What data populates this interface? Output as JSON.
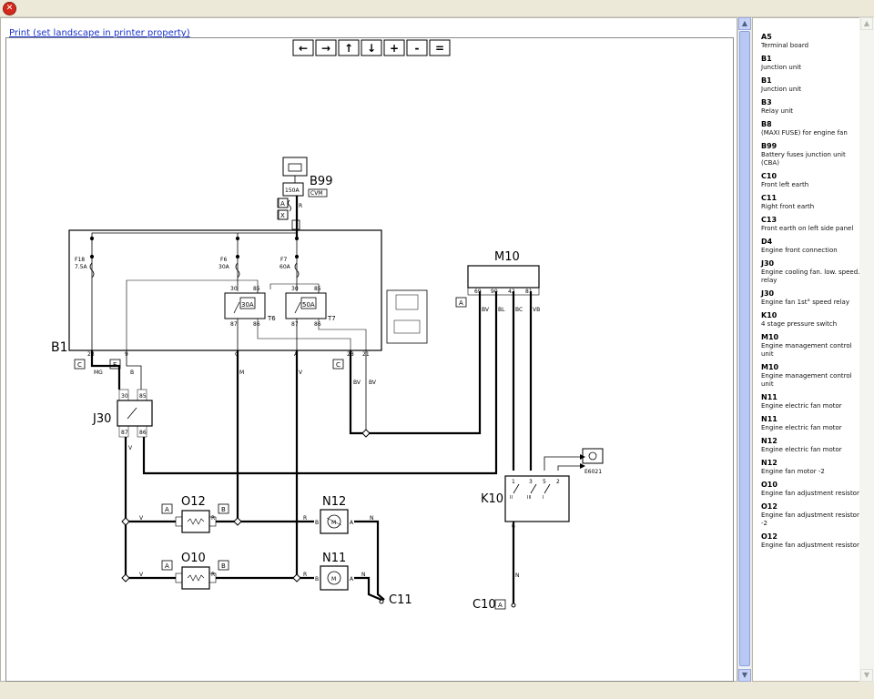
{
  "window": {
    "close_glyph": "✕"
  },
  "print_link": "Print (set landscape in printer property)",
  "toolbar": [
    {
      "name": "pan-left-button",
      "glyph": "←"
    },
    {
      "name": "pan-right-button",
      "glyph": "→"
    },
    {
      "name": "pan-up-button",
      "glyph": "↑"
    },
    {
      "name": "pan-down-button",
      "glyph": "↓"
    },
    {
      "name": "zoom-in-button",
      "glyph": "+"
    },
    {
      "name": "zoom-out-button",
      "glyph": "-"
    },
    {
      "name": "zoom-reset-button",
      "glyph": "="
    }
  ],
  "diagram": {
    "components": {
      "B99": "B99",
      "CVM": "CVM",
      "fuse_150": "150A",
      "B1": "B1",
      "M10": "M10",
      "J30": "J30",
      "K10": "K10",
      "O12": "O12",
      "O10": "O10",
      "N12": "N12",
      "N11": "N11",
      "C11": "C11",
      "C10": "C10",
      "E6021": "E6021",
      "T6": "T6",
      "T7": "T7"
    },
    "fuses": {
      "F18": "F18",
      "F18_val": "7.5A",
      "F6": "F6",
      "F6_val": "30A",
      "F7": "F7",
      "F7_val": "60A"
    },
    "relay_labels": {
      "r1_rating": "30A",
      "r2_rating": "50A"
    },
    "pins": {
      "p30": "30",
      "p85": "85",
      "p87": "87",
      "p86": "86",
      "p23": "23",
      "p9": "9",
      "pC": "C",
      "pA": "A",
      "p28": "28",
      "p21": "21",
      "m69": "69",
      "m90": "90",
      "m42": "42",
      "m81": "81",
      "k1": "1",
      "k3": "3",
      "k5": "5",
      "k2": "2",
      "k6": "6"
    },
    "connectors": {
      "A": "A",
      "X": "X",
      "C": "C",
      "E": "E",
      "B": "B"
    },
    "wire_colors": {
      "MG": "MG",
      "B": "B",
      "M": "M",
      "V": "V",
      "BV": "BV",
      "BL": "BL",
      "BC": "BC",
      "VB": "VB",
      "R": "R",
      "N": "N"
    },
    "motor_pins": {
      "B": "B",
      "A": "A",
      "M": "M"
    },
    "k10_switch": {
      "S1": "II",
      "S2": "III",
      "S3": "I"
    }
  },
  "legend": [
    {
      "code": "A5",
      "desc": "Terminal board"
    },
    {
      "code": "B1",
      "desc": "Junction unit"
    },
    {
      "code": "B1",
      "desc": "Junction unit"
    },
    {
      "code": "B3",
      "desc": "Relay unit"
    },
    {
      "code": "B8",
      "desc": "(MAXI FUSE) for engine fan"
    },
    {
      "code": "B99",
      "desc": "Battery fuses junction unit (CBA)"
    },
    {
      "code": "C10",
      "desc": "Front left earth"
    },
    {
      "code": "C11",
      "desc": "Right front earth"
    },
    {
      "code": "C13",
      "desc": "Front earth on left side panel"
    },
    {
      "code": "D4",
      "desc": "Engine front connection"
    },
    {
      "code": "J30",
      "desc": "Engine cooling fan. low. speed. relay"
    },
    {
      "code": "J30",
      "desc": "Engine fan 1st° speed relay"
    },
    {
      "code": "K10",
      "desc": "4 stage pressure switch"
    },
    {
      "code": "M10",
      "desc": "Engine management control unit"
    },
    {
      "code": "M10",
      "desc": "Engine management control unit"
    },
    {
      "code": "N11",
      "desc": "Engine electric fan motor"
    },
    {
      "code": "N11",
      "desc": "Engine electric fan motor"
    },
    {
      "code": "N12",
      "desc": "Engine electric fan motor"
    },
    {
      "code": "N12",
      "desc": "Engine fan motor -2"
    },
    {
      "code": "O10",
      "desc": "Engine fan adjustment resistor"
    },
    {
      "code": "O12",
      "desc": "Engine fan adjustment resistor -2"
    },
    {
      "code": "O12",
      "desc": "Engine fan adjustment resistor"
    }
  ]
}
